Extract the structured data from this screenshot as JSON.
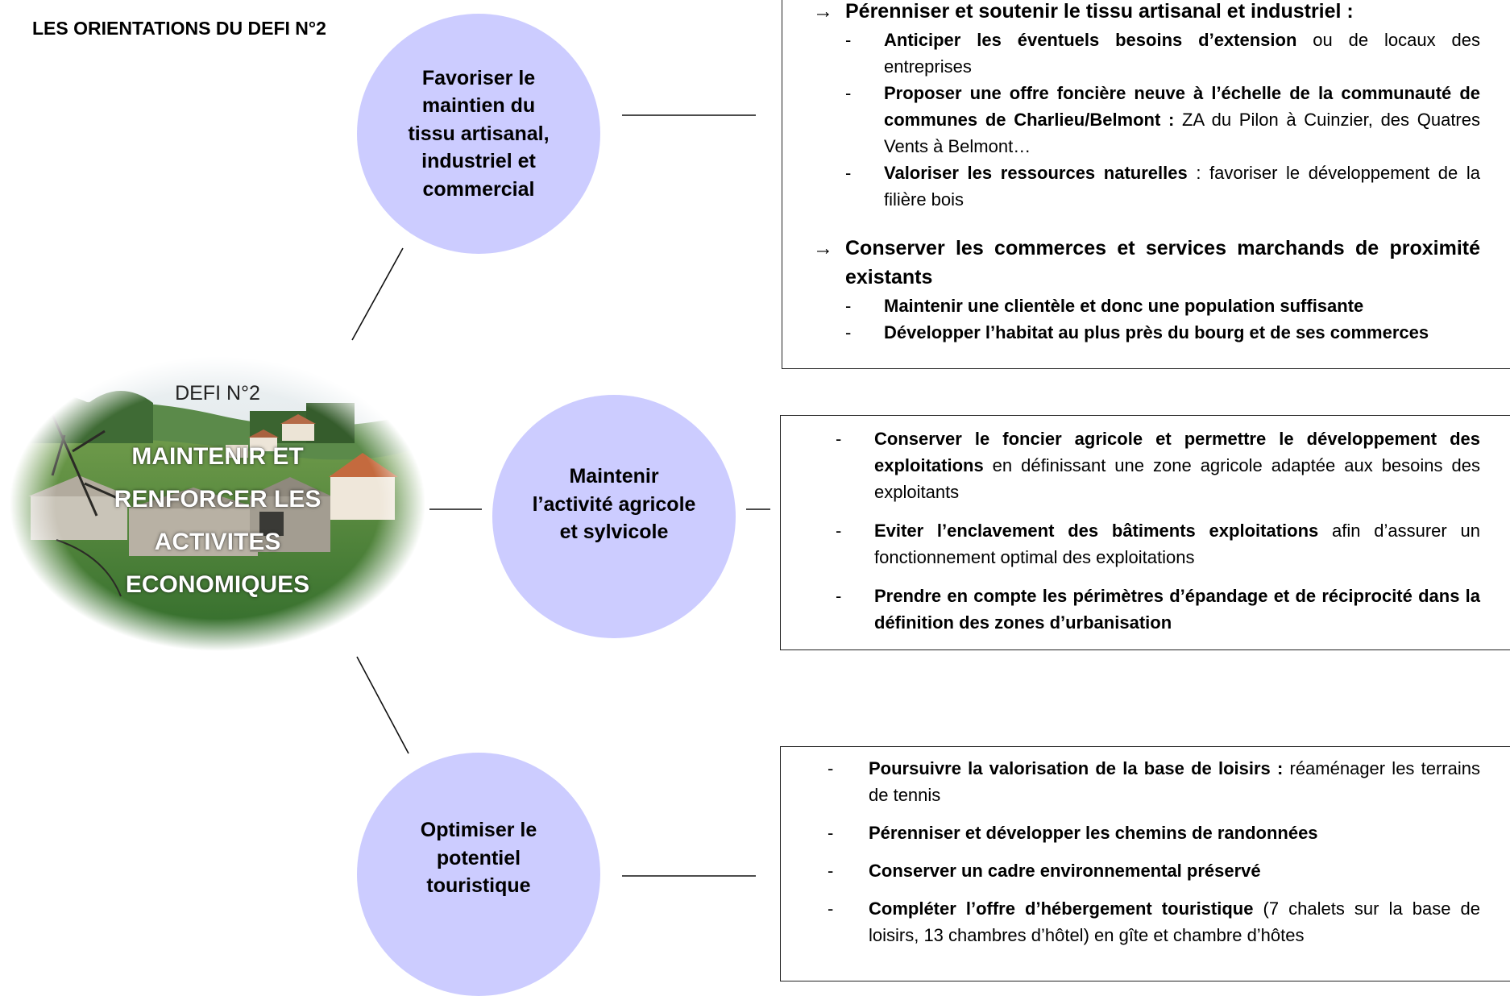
{
  "title": "LES ORIENTATIONS DU DEFI N°2",
  "colors": {
    "circle": "#ccccff",
    "border": "#222222"
  },
  "center": {
    "label_small": "DEFI N°2",
    "title_lines": [
      "MAINTENIR ET",
      "RENFORCER LES",
      "ACTIVITES",
      "ECONOMIQUES"
    ]
  },
  "orientations": [
    {
      "circle_lines": [
        "Favoriser le",
        "maintien du",
        "tissu artisanal,",
        "industriel et",
        "commercial"
      ],
      "groups": [
        {
          "heading": "Pérenniser et soutenir le tissu artisanal et industriel :",
          "items": [
            {
              "bold": "Anticiper les éventuels besoins d’extension",
              "rest": " ou de locaux des entreprises"
            },
            {
              "bold": "Proposer une offre foncière neuve à l’échelle de la communauté de communes de Charlieu/Belmont :",
              "rest": " ZA du Pilon à Cuinzier, des Quatres Vents à Belmont…"
            },
            {
              "bold": "Valoriser les ressources naturelles",
              "rest": " : favoriser le développement de la filière bois"
            }
          ]
        },
        {
          "heading": "Conserver les commerces et services marchands de proximité existants",
          "items": [
            {
              "bold": "Maintenir une clientèle et donc une population suffisante",
              "rest": ""
            },
            {
              "bold": "Développer l’habitat au plus près du bourg et de ses commerces",
              "rest": ""
            }
          ]
        }
      ]
    },
    {
      "circle_lines": [
        "Maintenir",
        "l’activité agricole",
        "et sylvicole"
      ],
      "items": [
        {
          "bold": "Conserver le foncier agricole et permettre le développement des exploitations",
          "rest": " en définissant une zone agricole adaptée aux besoins des exploitants"
        },
        {
          "bold": "Eviter l’enclavement des bâtiments exploitations",
          "rest": " afin d’assurer un fonctionnement optimal des exploitations"
        },
        {
          "bold": "Prendre en compte les périmètres d’épandage et de réciprocité dans la définition des zones d’urbanisation",
          "rest": ""
        }
      ]
    },
    {
      "circle_lines": [
        "Optimiser le",
        "potentiel",
        "touristique"
      ],
      "items": [
        {
          "bold": "Poursuivre la valorisation de la base de loisirs :",
          "rest": " réaménager les terrains de tennis"
        },
        {
          "bold": "Pérenniser et développer les chemins de randonnées",
          "rest": ""
        },
        {
          "bold": "Conserver un cadre environnemental préservé",
          "rest": ""
        },
        {
          "bold": "Compléter l’offre d’hébergement touristique",
          "rest": " (7 chalets sur la base de loisirs, 13 chambres d’hôtel) en gîte et chambre d’hôtes"
        }
      ]
    }
  ]
}
